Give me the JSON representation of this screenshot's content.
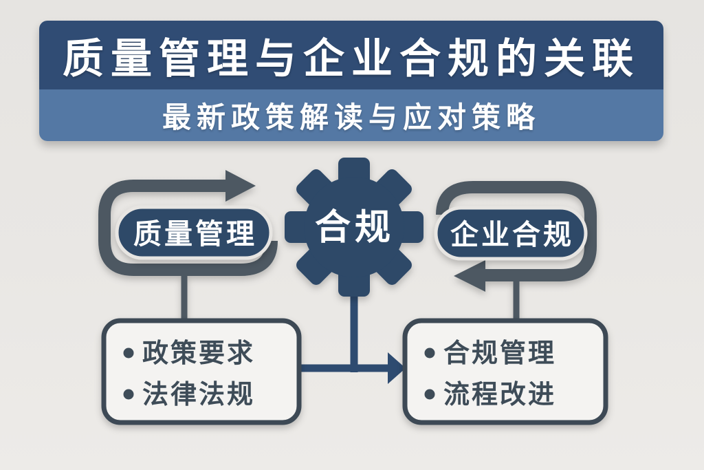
{
  "header": {
    "title": "质量管理与企业合规的关联",
    "subtitle": "最新政策解读与应对策略"
  },
  "diagram": {
    "left_cycle": {
      "label": "质量管理"
    },
    "gear": {
      "label": "合规"
    },
    "right_cycle": {
      "label": "企业合规"
    },
    "left_box": {
      "items": [
        "政策要求",
        "法律法规"
      ]
    },
    "right_box": {
      "items": [
        "合规管理",
        "流程改进"
      ]
    }
  },
  "colors": {
    "header_dark": "#304c74",
    "header_light": "#5478a4",
    "node_dark_blue": "#2d4868",
    "cycle_arrow_slate": "#4d5962",
    "box_border_slate": "#3c4954",
    "bullet_text_slate": "#3e4c58",
    "connector_blue": "#2e4b70",
    "box_fill": "#f4f3f1",
    "background": "#e7e5e2"
  }
}
